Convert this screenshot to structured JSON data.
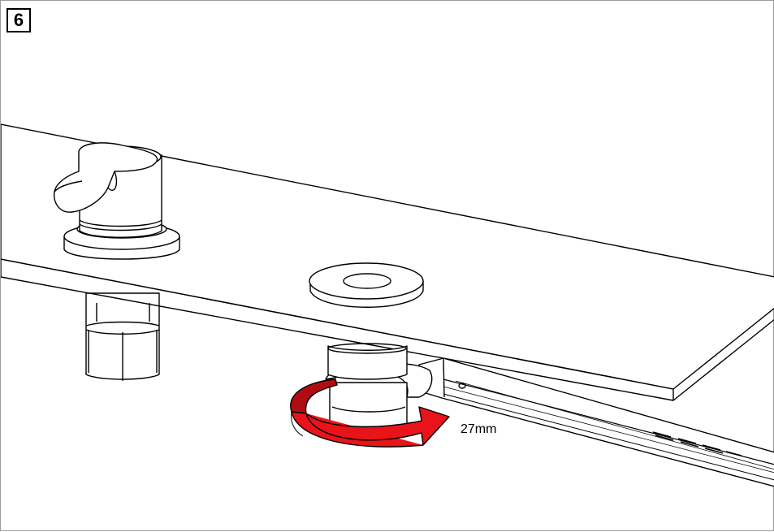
{
  "step": {
    "number": "6"
  },
  "annotation": {
    "wrench_size": "27mm"
  },
  "colors": {
    "line": "#000000",
    "fill": "#ffffff",
    "arrow": "#e8141a",
    "arrow_dark": "#b00d12"
  },
  "parts": [
    "countertop",
    "faucet-handle",
    "faucet-body",
    "mounting-nut",
    "washer",
    "connector-nut",
    "wrench",
    "rotation-arrow"
  ]
}
